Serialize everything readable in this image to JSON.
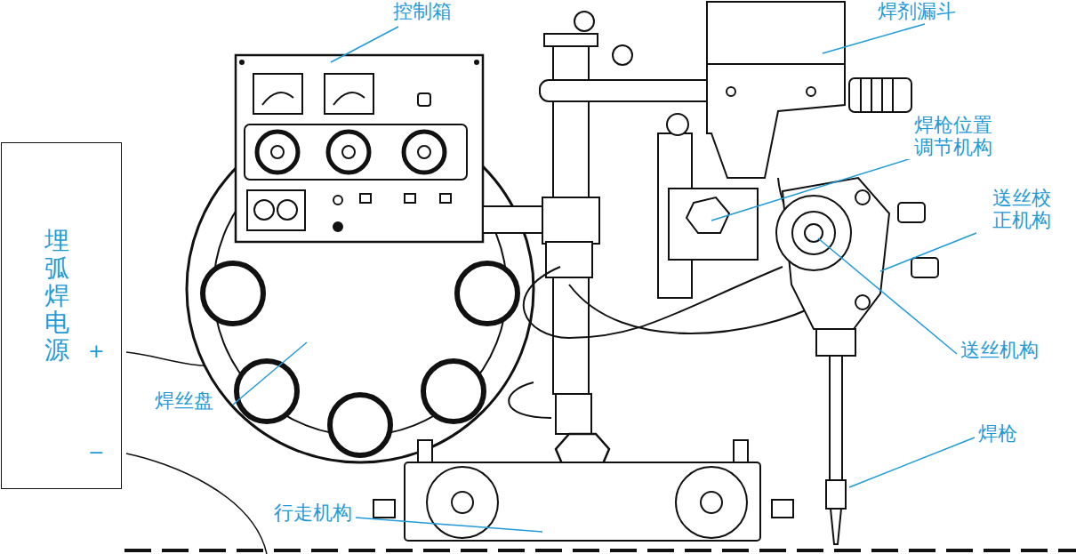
{
  "diagram": {
    "nodes": [
      {
        "text": [
          "埋弧焊电源",
          "+",
          "−"
        ]
      }
    ],
    "labels": [
      "控制箱",
      "焊剂漏斗",
      "焊枪位置 调节机构",
      "送丝校 正机构",
      "送丝机构",
      "焊枪",
      "焊丝盘",
      "行走机构"
    ]
  }
}
